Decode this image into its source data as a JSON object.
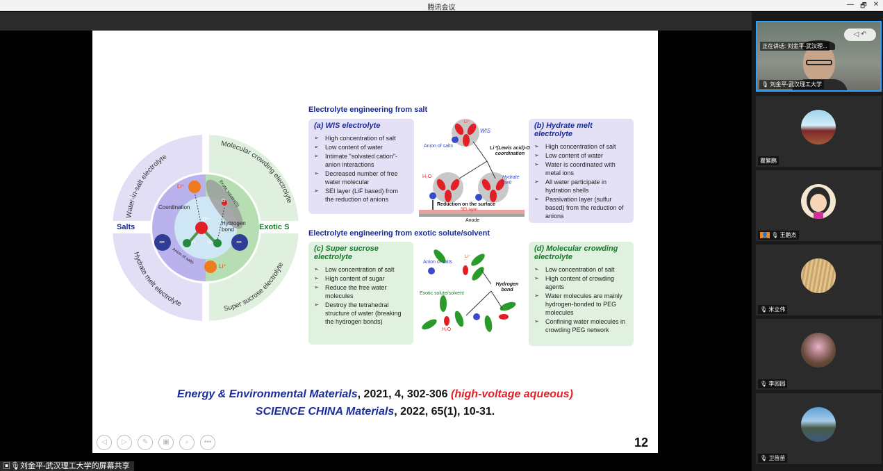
{
  "window": {
    "title": "腾讯会议",
    "controls": {
      "minimize": "—",
      "restore": "🗗",
      "close": "✕"
    }
  },
  "share_label": "刘金平-武汉理工大学的屏幕共享",
  "slide": {
    "page_number": "12",
    "wheel": {
      "outer": {
        "water_in_salt": "Water-in-salt electrolyte",
        "molecular_crowding": "Molecular crowding electrolyte",
        "hydrate_melt": "Hydrate melt electrolyte",
        "super_sucrose": "Super sucrose electrolyte"
      },
      "salts_label": "Salts",
      "exotic_label": "Exotic S",
      "coordination": "Coordination",
      "hydrogen_bond": "Hydrogen bond",
      "anion_of_salts": "Anion of salts",
      "exotic_solutes": "Exotic solutes(S)",
      "li_plus": "Li⁺",
      "o2": "O²⁻",
      "h": "H",
      "o": "O",
      "minus": "−"
    },
    "sec1_title": "Electrolyte engineering from salt",
    "sec2_title": "Electrolyte engineering from exotic solute/solvent",
    "box_a": {
      "title": "(a) WIS electrolyte",
      "items": [
        "High concentration of salt",
        "Low content of water",
        "Intimate \"solvated cation\"-anion interactions",
        "Decreased number of free water molecular",
        "SEI layer (LiF based) from the reduction of anions"
      ]
    },
    "box_b": {
      "title": "(b) Hydrate melt electrolyte",
      "items": [
        "High concentration of salt",
        "Low content of water",
        "Water is coordinated with metal ions",
        "All water participate in hydration shells",
        "Passivation layer (sulfur based) from the reduction of anions"
      ]
    },
    "box_c": {
      "title": "(c) Super sucrose electrolyte",
      "items": [
        "Low concentration of salt",
        "High content of sugar",
        "Reduce the free water molecules",
        "Destroy the tetrahedral structure of water (breaking the hydrogen bonds)"
      ]
    },
    "box_d": {
      "title": "(d) Molecular crowding electrolyte",
      "items": [
        "Low concentration of salt",
        "High content of crowding agents",
        "Water molecules are mainly hydrogen-bonded to PEG molecules",
        "Confining water molecules in crowding PEG network"
      ]
    },
    "fig1": {
      "wis": "WIS",
      "anion_of_salts": "Anion of salts",
      "coordination": "Li⁺(Lewis acid)-O coordination",
      "h2o": "H₂O",
      "hydrate_melt": "Hydrate melt",
      "reduction": "Reduction on the surface",
      "sei": "SEI layer",
      "anode": "Anode",
      "li": "Li⁺",
      "minus": "−"
    },
    "fig2": {
      "anion_of_salts": "Anion of salts",
      "li": "Li⁺",
      "hydrogen_bond": "Hydrogen bond",
      "exotic": "Exotic solute/solvent",
      "h2o": "H₂O",
      "minus": "−"
    },
    "ref1": {
      "journal": "Energy & Environmental Materials",
      "details": ", 2021, 4, 302-306 ",
      "note": "(high-voltage aqueous)"
    },
    "ref2": {
      "journal": "SCIENCE CHINA Materials",
      "details": ", 2022, 65(1), 10-31."
    },
    "controls": [
      "◁",
      "▷",
      "✎",
      "▣",
      "⌕",
      "•••"
    ]
  },
  "participants": [
    {
      "name": "刘金平-武汉理工大学",
      "speaking": "正在讲话: 刘金平-武汉理...",
      "active": true
    },
    {
      "name": "瞿繁鹏",
      "active": false
    },
    {
      "name": "王鹏杰",
      "active": false
    },
    {
      "name": "米立伟",
      "active": false
    },
    {
      "name": "李园园",
      "active": false
    },
    {
      "name": "卫苗苗",
      "active": false
    }
  ],
  "colors": {
    "accent": "#2ea0ff",
    "slide_blue": "#1a2b9a",
    "slide_red": "#e0202a",
    "purple_box": "#e4e1f7",
    "green_box": "#e0f1df"
  }
}
